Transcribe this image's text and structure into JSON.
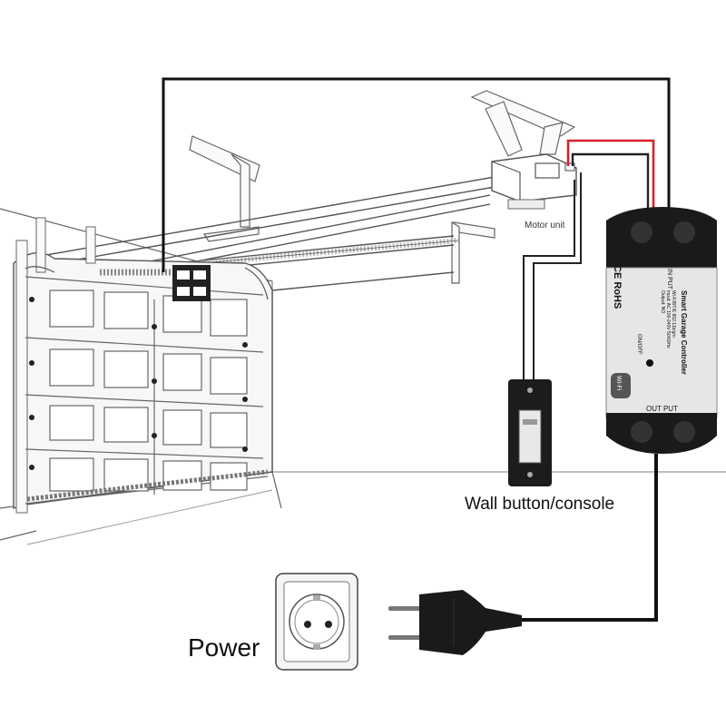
{
  "labels": {
    "motor_unit": "Motor unit",
    "wall_button": "Wall button/console",
    "power": "Power"
  },
  "controller": {
    "brand_marks": "CE RoHS",
    "in_put": "IN PUT",
    "out_put": "OUT PUT",
    "title": "Smart Garage Controller",
    "spec_line_1": "Wi-Fi/BT/E 802.11b/g/n",
    "spec_line_2": "Input: AC 100-240V 50/60Hz",
    "spec_line_3": "Output: NO",
    "switch_label": "ON/OFF",
    "wifi_badge": "Wi-Fi"
  },
  "colors": {
    "wire_dark": "#111111",
    "wire_red": "#d8202a",
    "controller_body": "#e4e6e8",
    "controller_caps": "#1a1a1a",
    "line_art": "#555555"
  }
}
